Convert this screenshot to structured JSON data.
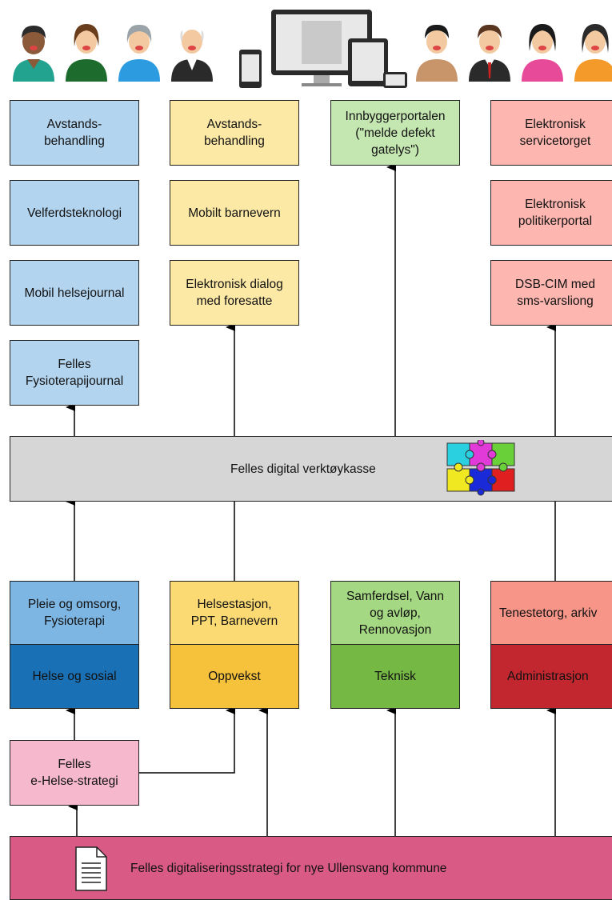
{
  "columns": {
    "helse": {
      "services": [
        "Avstands-\nbehandling",
        "Velferdsteknologi",
        "Mobil helsejournal",
        "Felles\nFysioterapijournal"
      ],
      "unit": "Pleie og omsorg,\nFysioterapi",
      "department": "Helse og sosial"
    },
    "oppvekst": {
      "services": [
        "Avstands-\nbehandling",
        "Mobilt barnevern",
        "Elektronisk dialog\nmed foresatte"
      ],
      "unit": "Helsestasjon,\nPPT, Barnevern",
      "department": "Oppvekst"
    },
    "teknisk": {
      "services": [
        "Innbyggerportalen\n(\"melde defekt\ngatelys\")"
      ],
      "unit": "Samferdsel, Vann\nog avløp,\nRennovasjon",
      "department": "Teknisk"
    },
    "admin": {
      "services": [
        "Elektronisk\nservicetorget",
        "Elektronisk\npolitikerportal",
        "DSB-CIM med\nsms-varsliong"
      ],
      "unit": "Tenestetorg, arkiv",
      "department": "Administrasjon"
    }
  },
  "toolkit": "Felles digital verktøykasse",
  "ehealth": "Felles\ne-Helse-strategi",
  "strategy": "Felles digitaliseringsstrategi for nye Ullensvang kommune",
  "icons": [
    "person-icon",
    "device-icon",
    "puzzle-icon",
    "document-icon"
  ],
  "colors": {
    "health": "#1970b5",
    "education": "#f6c13b",
    "technical": "#76b844",
    "administration": "#c2272f",
    "strategy": "#d95a85"
  }
}
